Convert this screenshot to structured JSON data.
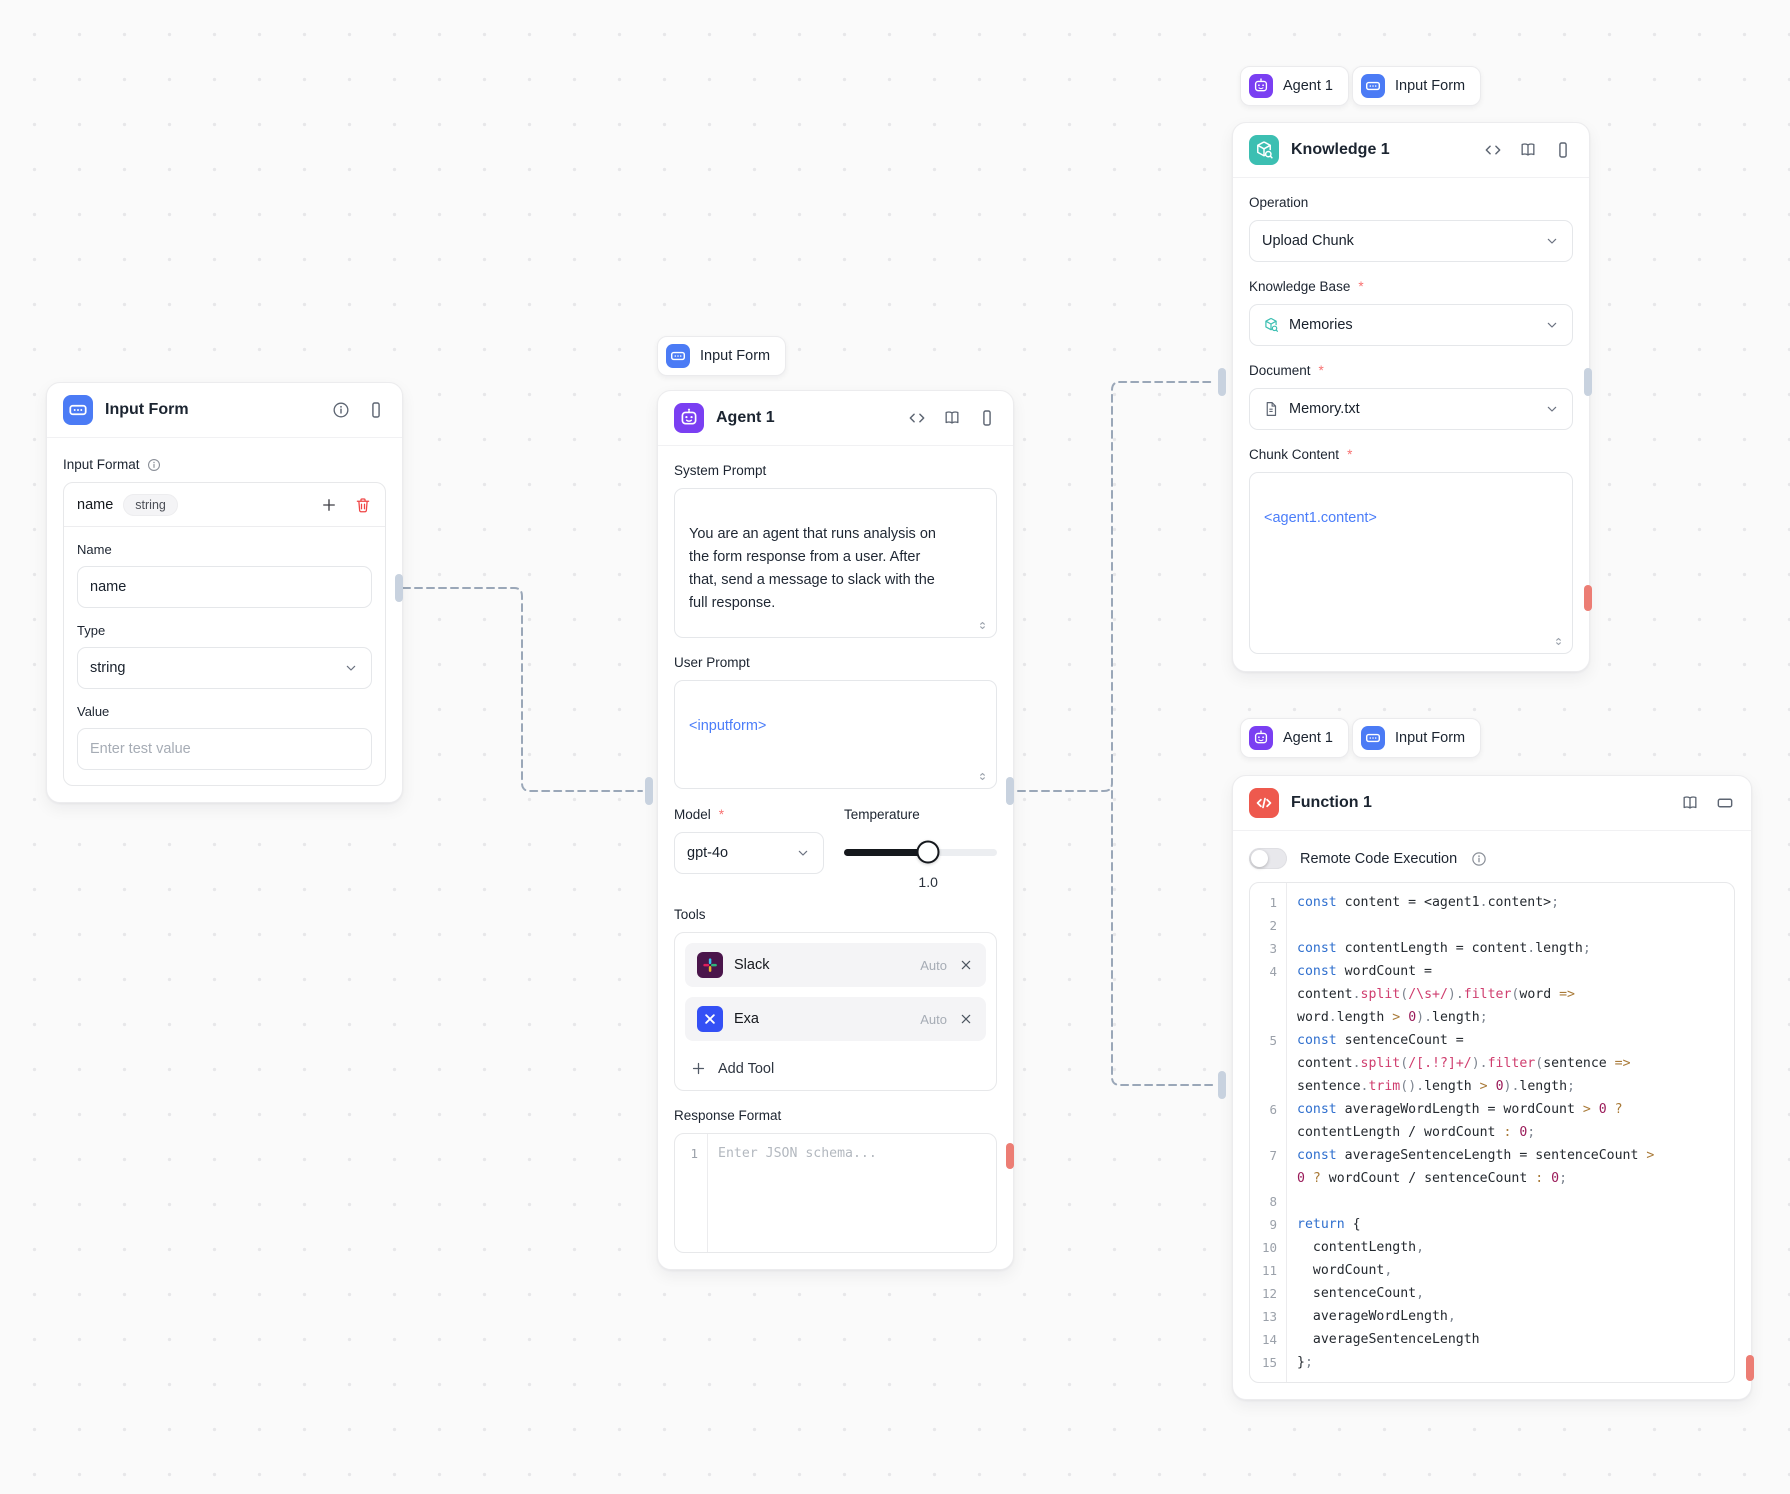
{
  "colors": {
    "input_form_accent": "#4b7bf5",
    "agent_accent": "#7a3ff2",
    "knowledge_accent": "#3cbfb2",
    "function_accent": "#ee594e",
    "slack_brand": "#4a154b",
    "exa_brand": "#3450f5",
    "template_token": "#4b7df9",
    "connector": "#9aa7b8",
    "handle": "#c8d2df",
    "handle_alert": "#ec7d74"
  },
  "required_mark": "*",
  "input_form_node": {
    "title": "Input Form",
    "input_format_label": "Input Format",
    "row_name": "name",
    "row_type_chip": "string",
    "name_label": "Name",
    "name_value": "name",
    "type_label": "Type",
    "type_value": "string",
    "value_label": "Value",
    "value_placeholder": "Enter test value"
  },
  "agent_node": {
    "badge": "Input Form",
    "title": "Agent 1",
    "system_prompt_label": "System Prompt",
    "system_prompt_value": "You are an agent that runs analysis on\nthe form response from a user. After\nthat, send a message to slack with the\nfull response.",
    "user_prompt_label": "User Prompt",
    "user_prompt_value": "<inputform>",
    "model_label": "Model",
    "model_value": "gpt-4o",
    "temperature_label": "Temperature",
    "temperature_value": "1.0",
    "tools_label": "Tools",
    "tools": [
      {
        "name": "Slack",
        "mode": "Auto"
      },
      {
        "name": "Exa",
        "mode": "Auto"
      }
    ],
    "add_tool_label": "Add Tool",
    "response_format_label": "Response Format",
    "response_format_gutter": "1",
    "response_format_placeholder": "Enter JSON schema..."
  },
  "knowledge_node": {
    "badges": [
      {
        "label": "Agent 1"
      },
      {
        "label": "Input Form"
      }
    ],
    "title": "Knowledge 1",
    "operation_label": "Operation",
    "operation_value": "Upload Chunk",
    "knowledge_base_label": "Knowledge Base",
    "knowledge_base_value": "Memories",
    "document_label": "Document",
    "document_value": "Memory.txt",
    "chunk_content_label": "Chunk Content",
    "chunk_content_value": "<agent1.content>"
  },
  "function_node": {
    "badges": [
      {
        "label": "Agent 1"
      },
      {
        "label": "Input Form"
      }
    ],
    "title": "Function 1",
    "remote_code_label": "Remote Code Execution",
    "code_rows": [
      {
        "n": "1",
        "s": [
          [
            "k",
            "const"
          ],
          [
            "d",
            " content = "
          ],
          [
            "d",
            "<agent1"
          ],
          [
            "p",
            "."
          ],
          [
            "d",
            "content>"
          ],
          [
            "p",
            ";"
          ]
        ]
      },
      {
        "n": "2",
        "s": []
      },
      {
        "n": "3",
        "s": [
          [
            "k",
            "const"
          ],
          [
            "d",
            " contentLength = content"
          ],
          [
            "p",
            "."
          ],
          [
            "d",
            "length"
          ],
          [
            "p",
            ";"
          ]
        ]
      },
      {
        "n": "4",
        "s": [
          [
            "k",
            "const"
          ],
          [
            "d",
            " wordCount ="
          ]
        ]
      },
      {
        "n": "",
        "s": [
          [
            "d",
            "content"
          ],
          [
            "p",
            "."
          ],
          [
            "m",
            "split"
          ],
          [
            "p",
            "("
          ],
          [
            "r",
            "/\\s+/"
          ],
          [
            "p",
            ")."
          ],
          [
            "m",
            "filter"
          ],
          [
            "p",
            "("
          ],
          [
            "d",
            "word "
          ],
          [
            "o",
            "=>"
          ]
        ]
      },
      {
        "n": "",
        "s": [
          [
            "d",
            "word"
          ],
          [
            "p",
            "."
          ],
          [
            "d",
            "length "
          ],
          [
            "o",
            ">"
          ],
          [
            "d",
            " "
          ],
          [
            "n",
            "0"
          ],
          [
            "p",
            ")."
          ],
          [
            "d",
            "length"
          ],
          [
            "p",
            ";"
          ]
        ]
      },
      {
        "n": "5",
        "s": [
          [
            "k",
            "const"
          ],
          [
            "d",
            " sentenceCount ="
          ]
        ]
      },
      {
        "n": "",
        "s": [
          [
            "d",
            "content"
          ],
          [
            "p",
            "."
          ],
          [
            "m",
            "split"
          ],
          [
            "p",
            "("
          ],
          [
            "r",
            "/[.!?]+/"
          ],
          [
            "p",
            ")."
          ],
          [
            "m",
            "filter"
          ],
          [
            "p",
            "("
          ],
          [
            "d",
            "sentence "
          ],
          [
            "o",
            "=>"
          ]
        ]
      },
      {
        "n": "",
        "s": [
          [
            "d",
            "sentence"
          ],
          [
            "p",
            "."
          ],
          [
            "m",
            "trim"
          ],
          [
            "p",
            "()."
          ],
          [
            "d",
            "length "
          ],
          [
            "o",
            ">"
          ],
          [
            "d",
            " "
          ],
          [
            "n",
            "0"
          ],
          [
            "p",
            ")."
          ],
          [
            "d",
            "length"
          ],
          [
            "p",
            ";"
          ]
        ]
      },
      {
        "n": "6",
        "s": [
          [
            "k",
            "const"
          ],
          [
            "d",
            " averageWordLength = wordCount "
          ],
          [
            "o",
            ">"
          ],
          [
            "d",
            " "
          ],
          [
            "n",
            "0"
          ],
          [
            "d",
            " "
          ],
          [
            "o",
            "?"
          ]
        ]
      },
      {
        "n": "",
        "s": [
          [
            "d",
            "contentLength / wordCount "
          ],
          [
            "o",
            ":"
          ],
          [
            "d",
            " "
          ],
          [
            "n",
            "0"
          ],
          [
            "p",
            ";"
          ]
        ]
      },
      {
        "n": "7",
        "s": [
          [
            "k",
            "const"
          ],
          [
            "d",
            " averageSentenceLength = sentenceCount "
          ],
          [
            "o",
            ">"
          ]
        ]
      },
      {
        "n": "",
        "s": [
          [
            "n",
            "0"
          ],
          [
            "d",
            " "
          ],
          [
            "o",
            "?"
          ],
          [
            "d",
            " wordCount / sentenceCount "
          ],
          [
            "o",
            ":"
          ],
          [
            "d",
            " "
          ],
          [
            "n",
            "0"
          ],
          [
            "p",
            ";"
          ]
        ]
      },
      {
        "n": "8",
        "s": []
      },
      {
        "n": "9",
        "s": [
          [
            "k",
            "return"
          ],
          [
            "d",
            " {"
          ]
        ]
      },
      {
        "n": "10",
        "s": [
          [
            "d",
            "  contentLength"
          ],
          [
            "p",
            ","
          ]
        ]
      },
      {
        "n": "11",
        "s": [
          [
            "d",
            "  wordCount"
          ],
          [
            "p",
            ","
          ]
        ]
      },
      {
        "n": "12",
        "s": [
          [
            "d",
            "  sentenceCount"
          ],
          [
            "p",
            ","
          ]
        ]
      },
      {
        "n": "13",
        "s": [
          [
            "d",
            "  averageWordLength"
          ],
          [
            "p",
            ","
          ]
        ]
      },
      {
        "n": "14",
        "s": [
          [
            "d",
            "  averageSentenceLength"
          ]
        ]
      },
      {
        "n": "15",
        "s": [
          [
            "d",
            "}"
          ],
          [
            "p",
            ";"
          ]
        ]
      }
    ]
  }
}
